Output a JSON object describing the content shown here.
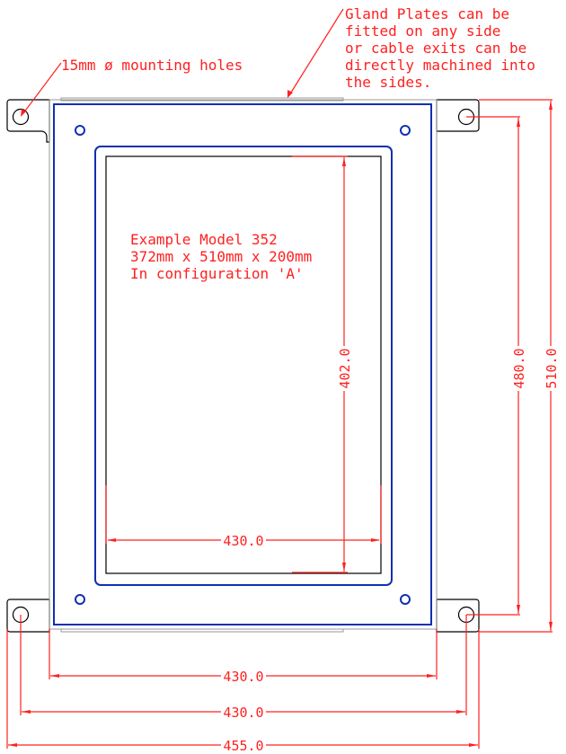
{
  "annotations": {
    "mounting_holes": "15mm ø mounting holes",
    "gland_plates": [
      "Gland Plates can be",
      "fitted on any side",
      "or cable exits can be",
      "directly machined into",
      "the sides."
    ],
    "example": [
      "Example Model 352",
      "372mm x 510mm x 200mm",
      "In configuration 'A'"
    ]
  },
  "dimensions": {
    "inner_width": "430.0",
    "inner_height": "402.0",
    "hole_vertical": "480.0",
    "overall_height": "510.0",
    "body_width": "430.0",
    "hole_horizontal": "430.0",
    "overall_width": "455.0"
  },
  "colors": {
    "dimension": "#ff2020",
    "panel": "#1030b0",
    "outline": "#000000"
  }
}
